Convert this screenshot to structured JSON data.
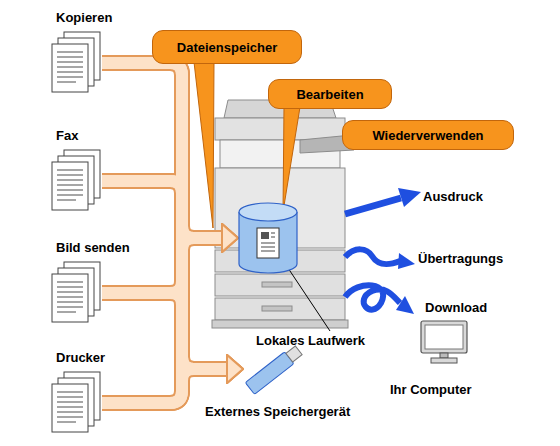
{
  "diagram": {
    "nodes": [
      {
        "text": [
          "Kopieren"
        ]
      },
      {
        "text": [
          "Dateienspeicher"
        ]
      },
      {
        "text": [
          "Bearbeiten"
        ]
      },
      {
        "text": [
          "Wiederverwenden"
        ]
      },
      {
        "text": [
          "Fax"
        ]
      },
      {
        "text": [
          "Lokales Laufwerk"
        ]
      },
      {
        "text": [
          "Bild senden"
        ]
      },
      {
        "text": [
          "Drucker"
        ]
      },
      {
        "text": [
          "Ihr Computer"
        ]
      },
      {
        "text": [
          "Externes Speichergerät"
        ]
      }
    ],
    "edges": [
      {
        "from": 0,
        "to": 5,
        "arrow": "to"
      },
      {
        "from": 4,
        "to": 5,
        "arrow": "to"
      },
      {
        "from": 6,
        "to": 5,
        "arrow": "to"
      },
      {
        "from": 7,
        "to": 5,
        "arrow": "to"
      },
      {
        "from": 0,
        "to": 9,
        "arrow": "to"
      },
      {
        "from": 4,
        "to": 9,
        "arrow": "to"
      },
      {
        "from": 6,
        "to": 9,
        "arrow": "to"
      },
      {
        "from": 7,
        "to": 9,
        "arrow": "to"
      }
    ],
    "labels": [
      "Ausdruck",
      "Übertragungs",
      "Download"
    ]
  }
}
